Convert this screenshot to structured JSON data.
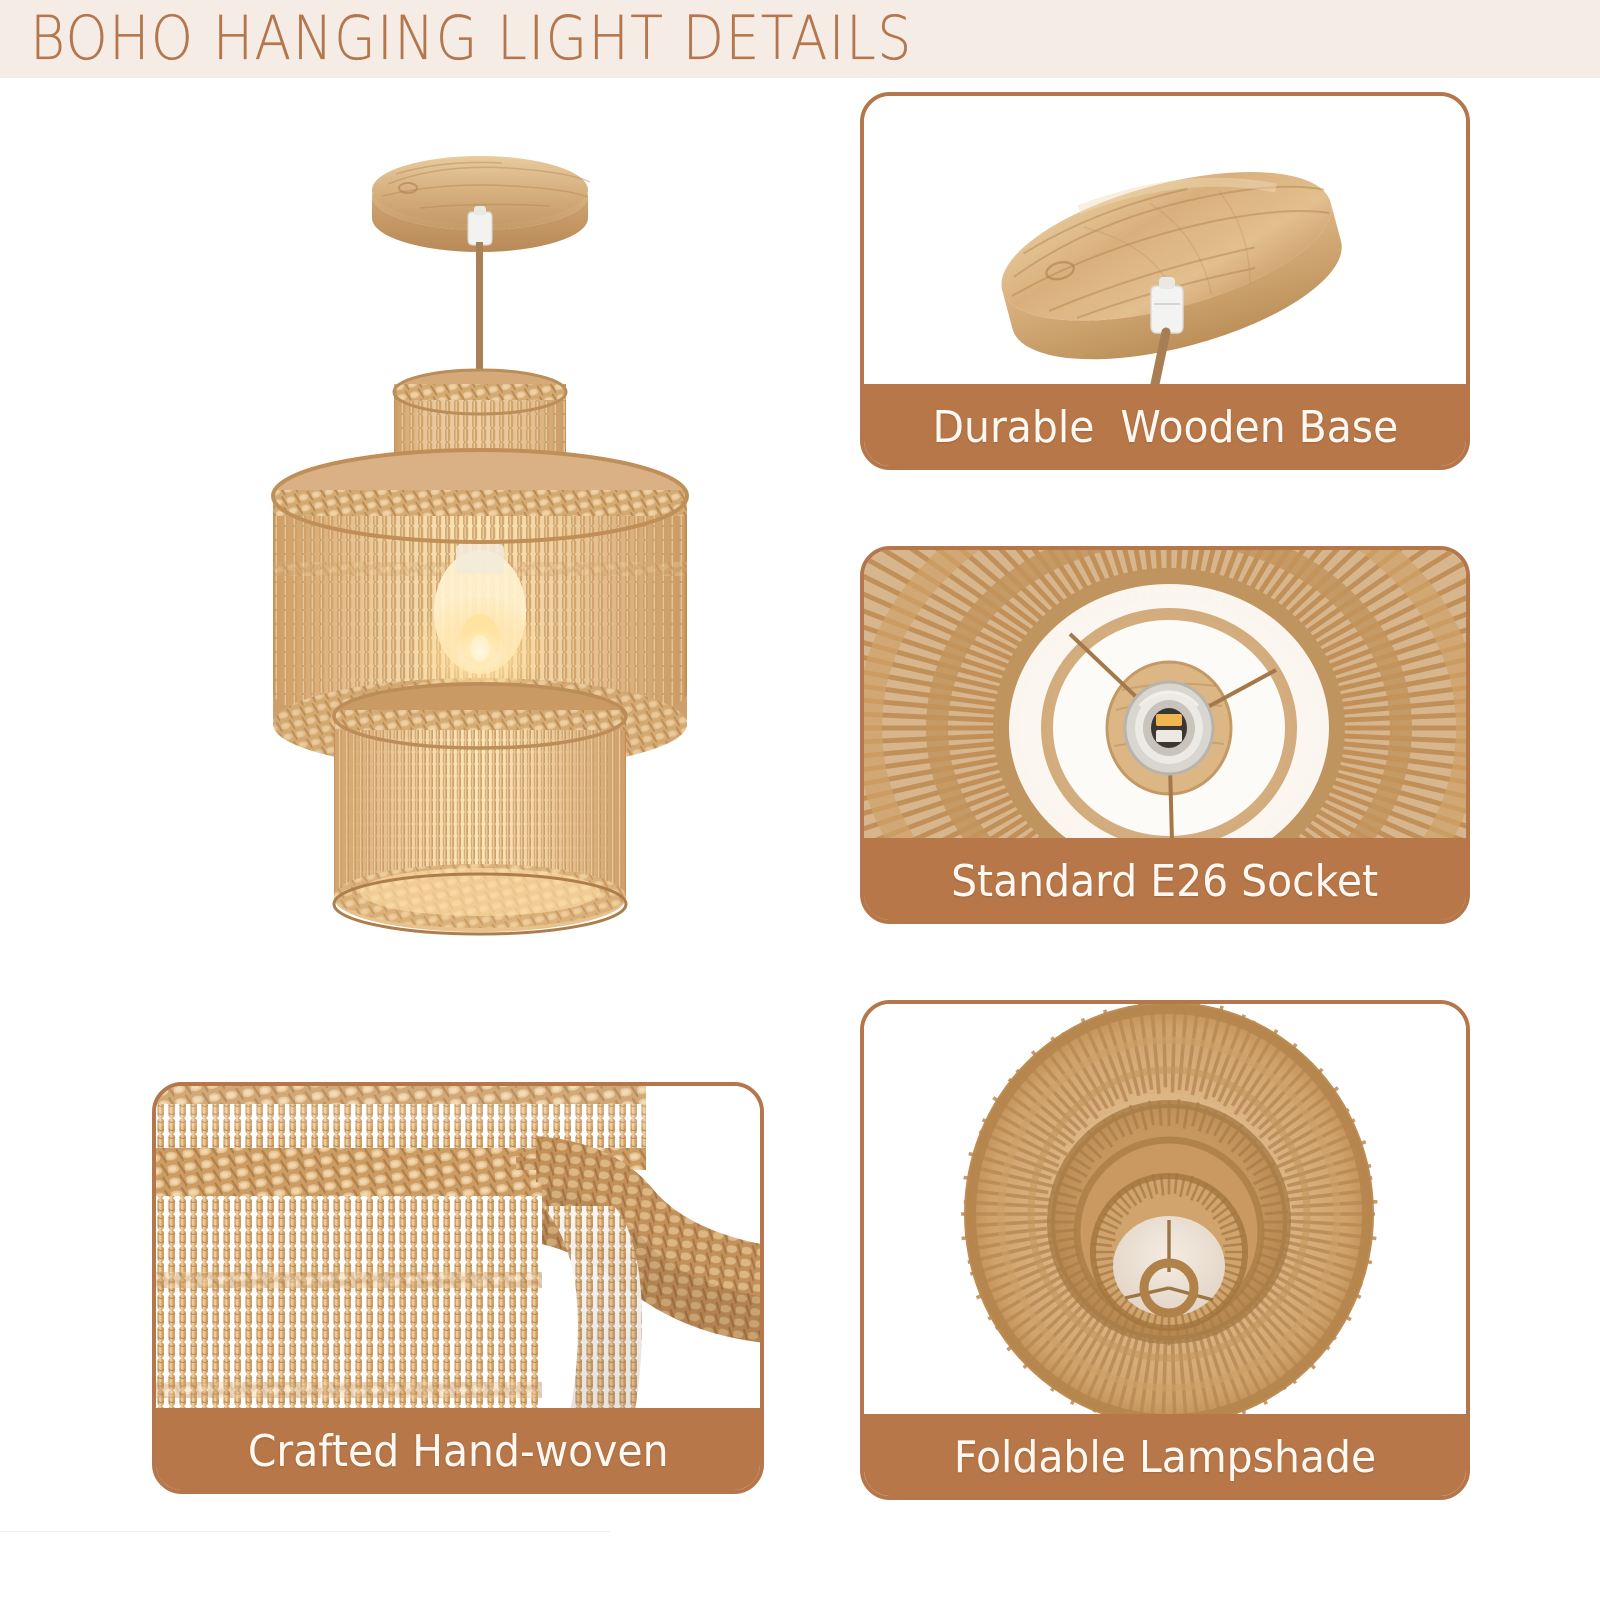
{
  "header": {
    "title": "BOHO HANGING LIGHT DETAILS",
    "band_color": "#f5ece6",
    "text_color": "#b4764c"
  },
  "theme": {
    "accent_brown": "#b87749",
    "border_brown": "#b4764a",
    "rattan_light": "#e6c191",
    "rattan_mid": "#cfa06a",
    "rattan_dark": "#b07c49",
    "wood_light": "#e3c294",
    "wood_mid": "#cda371",
    "bulb_glow": "#ffd98a",
    "caption_text_color": "#fdf8f2",
    "page_background": "#ffffff"
  },
  "hero": {
    "name": "boho-rattan-pendant-light",
    "parts": {
      "canopy": "wooden-ceiling-canopy",
      "cord_grip": "white-cord-grip",
      "cord": "hanging-cord",
      "shade_tiers": 3,
      "bulb": "edison-bulb-lit"
    }
  },
  "cards": [
    {
      "id": "wooden-base",
      "caption": "Durable  Wooden Base",
      "photo": "wooden-ceiling-canopy-angled",
      "photo_bleeds": false
    },
    {
      "id": "socket",
      "caption": "Standard E26 Socket",
      "photo": "e26-socket-inside-rattan-shade",
      "photo_bleeds": true
    },
    {
      "id": "handwoven",
      "caption": "Crafted Hand-woven",
      "photo": "rattan-weave-closeup",
      "photo_bleeds": true
    },
    {
      "id": "lampshade",
      "caption": "Foldable Lampshade",
      "photo": "lampshade-top-down-view",
      "photo_bleeds": false
    }
  ]
}
